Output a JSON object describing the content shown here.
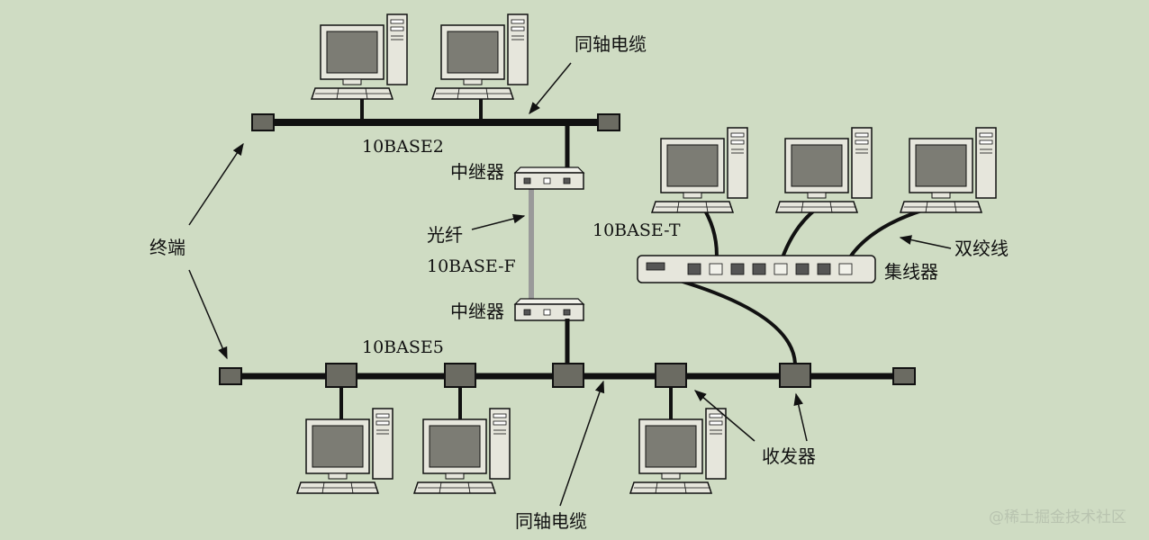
{
  "labels": {
    "coax_top": "同轴电缆",
    "coax_bottom": "同轴电缆",
    "base2": "10BASE2",
    "base5": "10BASE5",
    "baseF": "10BASE-F",
    "baseT": "10BASE-T",
    "repeater_top": "中继器",
    "repeater_bottom": "中继器",
    "fiber": "光纤",
    "terminator": "终端",
    "twisted_pair": "双绞线",
    "hub": "集线器",
    "transceiver": "收发器"
  },
  "watermark": "@稀土掘金技术社区",
  "colors": {
    "background": "#cfdcc3",
    "cable": "#111111",
    "fiber": "#9a9a9a",
    "device_fill": "#e6e6dc",
    "box_fill": "#6b6b62"
  }
}
